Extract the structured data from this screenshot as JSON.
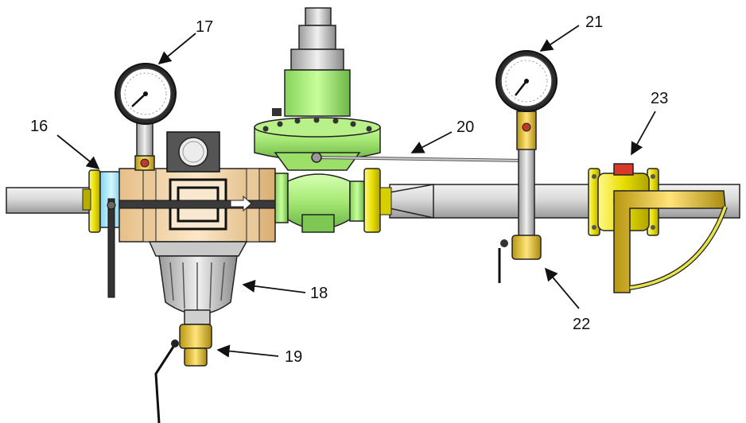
{
  "callouts": {
    "c16": "16",
    "c17": "17",
    "c18": "18",
    "c19": "19",
    "c20": "20",
    "c21": "21",
    "c22": "22",
    "c23": "23"
  },
  "colors": {
    "pipe": "#d7d7d7",
    "flange": "#e6e000",
    "regulator": "#a9ec73",
    "regulator_dark": "#6cc04a",
    "filter_body": "#f1d5a8",
    "filter_bowl": "#d8d8d8",
    "brass": "#e0c020",
    "handle": "#e8e44a"
  },
  "icons": [
    "pressure-gauge-icon",
    "flow-arrow-icon"
  ]
}
